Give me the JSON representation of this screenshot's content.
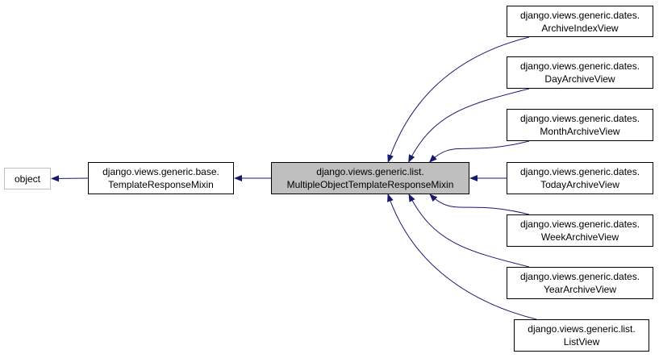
{
  "diagram": {
    "nodes": {
      "object": {
        "lines": [
          "object"
        ]
      },
      "template_response_mixin": {
        "lines": [
          "django.views.generic.base.",
          "TemplateResponseMixin"
        ]
      },
      "multiple_object_template_response_mixin": {
        "lines": [
          "django.views.generic.list.",
          "MultipleObjectTemplateResponseMixin"
        ]
      },
      "archive_index_view": {
        "lines": [
          "django.views.generic.dates.",
          "ArchiveIndexView"
        ]
      },
      "day_archive_view": {
        "lines": [
          "django.views.generic.dates.",
          "DayArchiveView"
        ]
      },
      "month_archive_view": {
        "lines": [
          "django.views.generic.dates.",
          "MonthArchiveView"
        ]
      },
      "today_archive_view": {
        "lines": [
          "django.views.generic.dates.",
          "TodayArchiveView"
        ]
      },
      "week_archive_view": {
        "lines": [
          "django.views.generic.dates.",
          "WeekArchiveView"
        ]
      },
      "year_archive_view": {
        "lines": [
          "django.views.generic.dates.",
          "YearArchiveView"
        ]
      },
      "list_view": {
        "lines": [
          "django.views.generic.list.",
          "ListView"
        ]
      }
    },
    "edges": [
      {
        "from": "template_response_mixin",
        "to": "object"
      },
      {
        "from": "multiple_object_template_response_mixin",
        "to": "template_response_mixin"
      },
      {
        "from": "archive_index_view",
        "to": "multiple_object_template_response_mixin"
      },
      {
        "from": "day_archive_view",
        "to": "multiple_object_template_response_mixin"
      },
      {
        "from": "month_archive_view",
        "to": "multiple_object_template_response_mixin"
      },
      {
        "from": "today_archive_view",
        "to": "multiple_object_template_response_mixin"
      },
      {
        "from": "week_archive_view",
        "to": "multiple_object_template_response_mixin"
      },
      {
        "from": "year_archive_view",
        "to": "multiple_object_template_response_mixin"
      },
      {
        "from": "list_view",
        "to": "multiple_object_template_response_mixin"
      }
    ],
    "colors": {
      "edge": "#191970",
      "node_border": "#000000",
      "external_border": "#bfbfbf",
      "focus_fill": "#bfbfbf"
    }
  }
}
